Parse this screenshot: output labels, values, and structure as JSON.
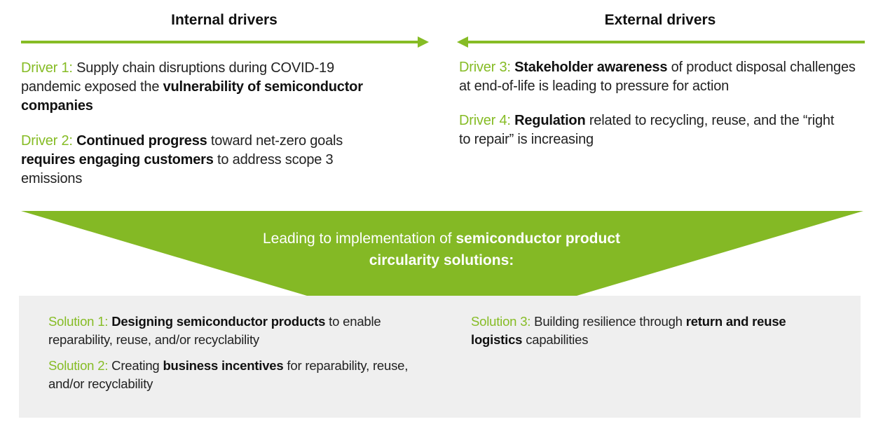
{
  "colors": {
    "accent": "#86bc25",
    "panel": "#efefef",
    "text": "#1a1a1a"
  },
  "internal": {
    "heading": "Internal drivers",
    "arrow_direction": "right",
    "drivers": [
      {
        "label": "Driver 1:",
        "parts": [
          {
            "text": " Supply chain disruptions during COVID-19 pandemic exposed the ",
            "bold": false
          },
          {
            "text": "vulnerability of semiconductor companies",
            "bold": true
          }
        ]
      },
      {
        "label": "Driver 2:",
        "parts": [
          {
            "text": " ",
            "bold": false
          },
          {
            "text": "Continued progress",
            "bold": true
          },
          {
            "text": " toward net-zero goals ",
            "bold": false
          },
          {
            "text": "requires engaging customers",
            "bold": true
          },
          {
            "text": " to address scope 3 emissions",
            "bold": false
          }
        ]
      }
    ]
  },
  "external": {
    "heading": "External drivers",
    "arrow_direction": "left",
    "drivers": [
      {
        "label": "Driver 3:",
        "parts": [
          {
            "text": " ",
            "bold": false
          },
          {
            "text": "Stakeholder awareness",
            "bold": true
          },
          {
            "text": " of product disposal challenges at end-of-life is leading to pressure for action",
            "bold": false
          }
        ]
      },
      {
        "label": "Driver 4:",
        "parts": [
          {
            "text": " ",
            "bold": false
          },
          {
            "text": "Regulation",
            "bold": true
          },
          {
            "text": " related to recycling, reuse, and the “right to repair” is increasing",
            "bold": false
          }
        ]
      }
    ]
  },
  "funnel": {
    "parts": [
      {
        "text": "Leading to implementation of ",
        "bold": false
      },
      {
        "text": "semiconductor product circularity solutions:",
        "bold": true
      }
    ]
  },
  "solutions": [
    {
      "label": "Solution 1:",
      "parts": [
        {
          "text": " ",
          "bold": false
        },
        {
          "text": "Designing semiconductor products",
          "bold": true
        },
        {
          "text": " to enable reparability, reuse, and/or recyclability",
          "bold": false
        }
      ]
    },
    {
      "label": "Solution 2:",
      "parts": [
        {
          "text": " Creating ",
          "bold": false
        },
        {
          "text": "business incentives",
          "bold": true
        },
        {
          "text": " for reparability, reuse, and/or recyclability",
          "bold": false
        }
      ]
    },
    {
      "label": "Solution 3:",
      "parts": [
        {
          "text": " Building resilience through ",
          "bold": false
        },
        {
          "text": "return and reuse logistics",
          "bold": true
        },
        {
          "text": " capabilities",
          "bold": false
        }
      ]
    }
  ]
}
